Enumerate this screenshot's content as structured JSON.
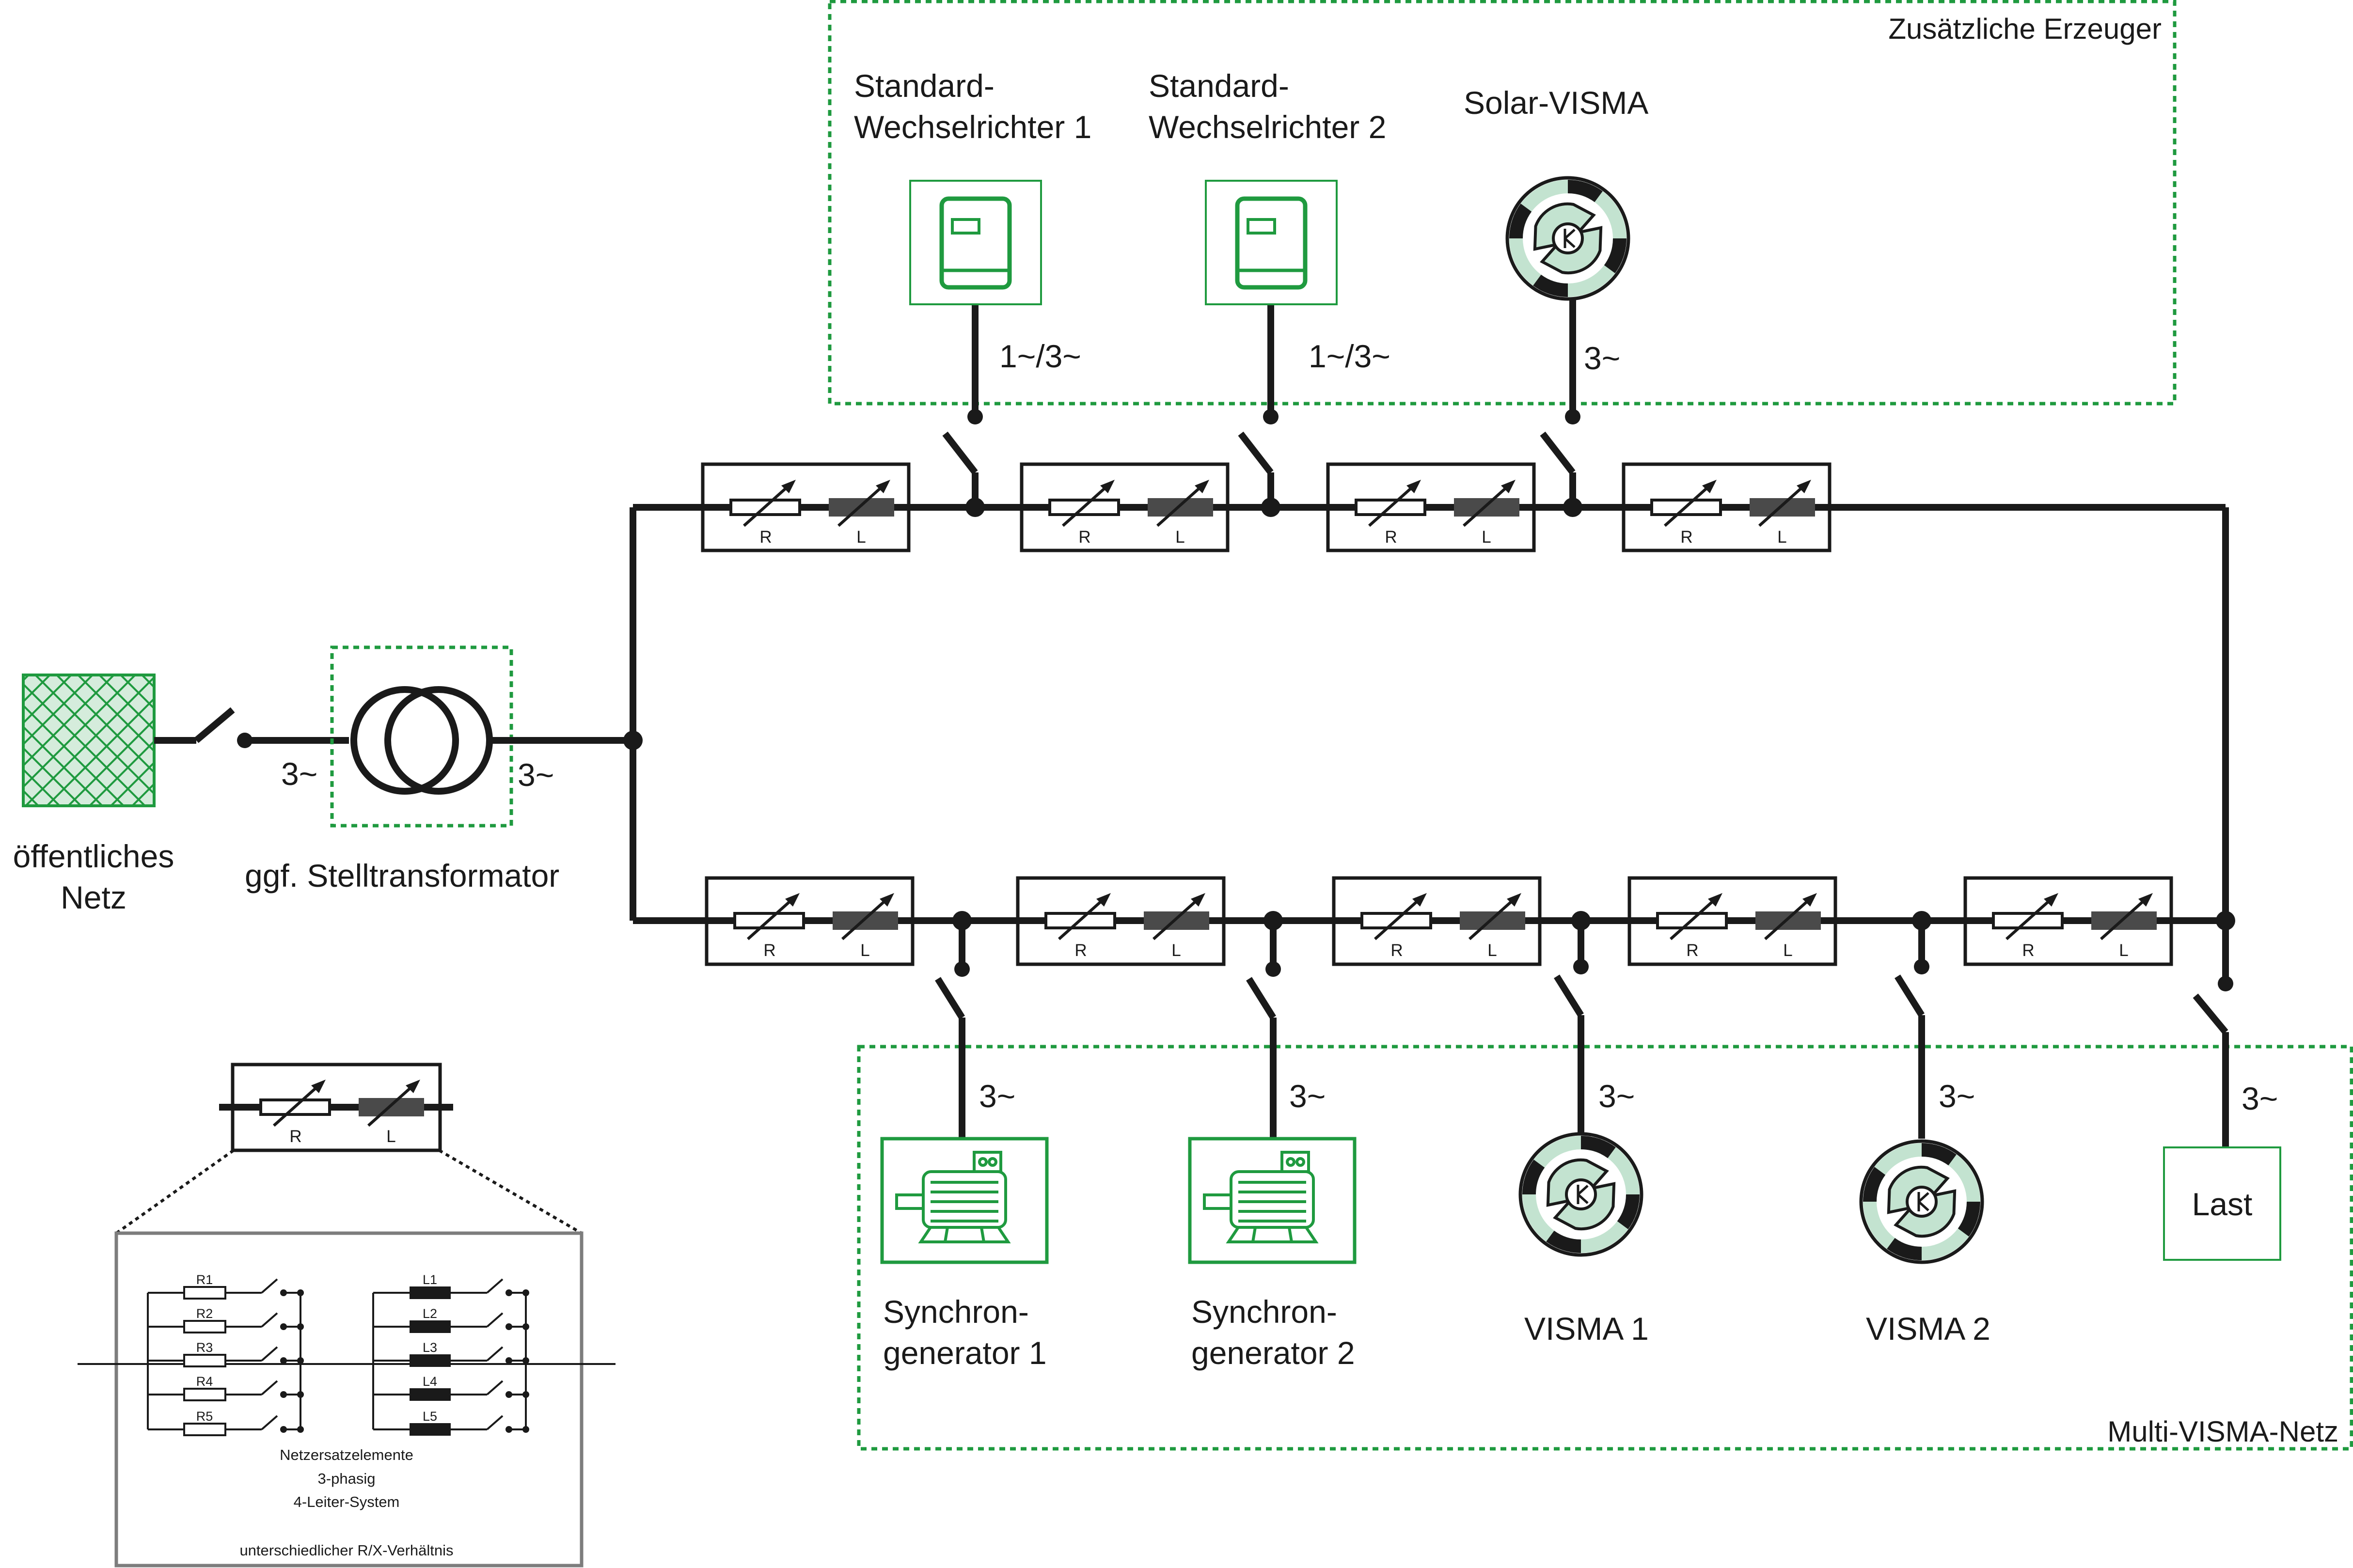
{
  "regions": {
    "zusaetzliche_erzeuger": "Zusätzliche Erzeuger",
    "multi_visma_netz": "Multi-VISMA-Netz"
  },
  "grid": {
    "label_line1": "öffentliches",
    "label_line2": "Netz",
    "phase": "3~"
  },
  "transformer": {
    "label": "ggf. Stelltransformator",
    "phase_out": "3~"
  },
  "top_generators": [
    {
      "name_line1": "Standard-",
      "name_line2": "Wechselrichter 1",
      "phase": "1~/3~"
    },
    {
      "name_line1": "Standard-",
      "name_line2": "Wechselrichter 2",
      "phase": "1~/3~"
    },
    {
      "name_line1": "Solar-VISMA",
      "name_line2": "",
      "phase": "3~"
    }
  ],
  "bottom_units": [
    {
      "name_line1": "Synchron-",
      "name_line2": "generator 1",
      "phase": "3~"
    },
    {
      "name_line1": "Synchron-",
      "name_line2": "generator 2",
      "phase": "3~"
    },
    {
      "name_line1": "VISMA 1",
      "name_line2": "",
      "phase": "3~"
    },
    {
      "name_line1": "VISMA 2",
      "name_line2": "",
      "phase": "3~"
    },
    {
      "name_line1": "",
      "name_line2": "",
      "phase": "3~",
      "box_label": "Last"
    }
  ],
  "line_element": {
    "r": "R",
    "l": "L"
  },
  "detail": {
    "resistors": [
      "R1",
      "R2",
      "R3",
      "R4",
      "R5"
    ],
    "inductors": [
      "L1",
      "L2",
      "L3",
      "L4",
      "L5"
    ],
    "caption_line1": "Netzersatzelemente",
    "caption_line2": "3-phasig",
    "caption_line3": "4-Leiter-System",
    "caption_line4": "unterschiedlicher R/X-Verhältnis"
  },
  "colors": {
    "line": "#1a1a1a",
    "green": "#1f9a3f",
    "green_fill": "#c3e3d0",
    "gray_frame": "#7d7d7d",
    "inductor": "#4a4a4a"
  }
}
